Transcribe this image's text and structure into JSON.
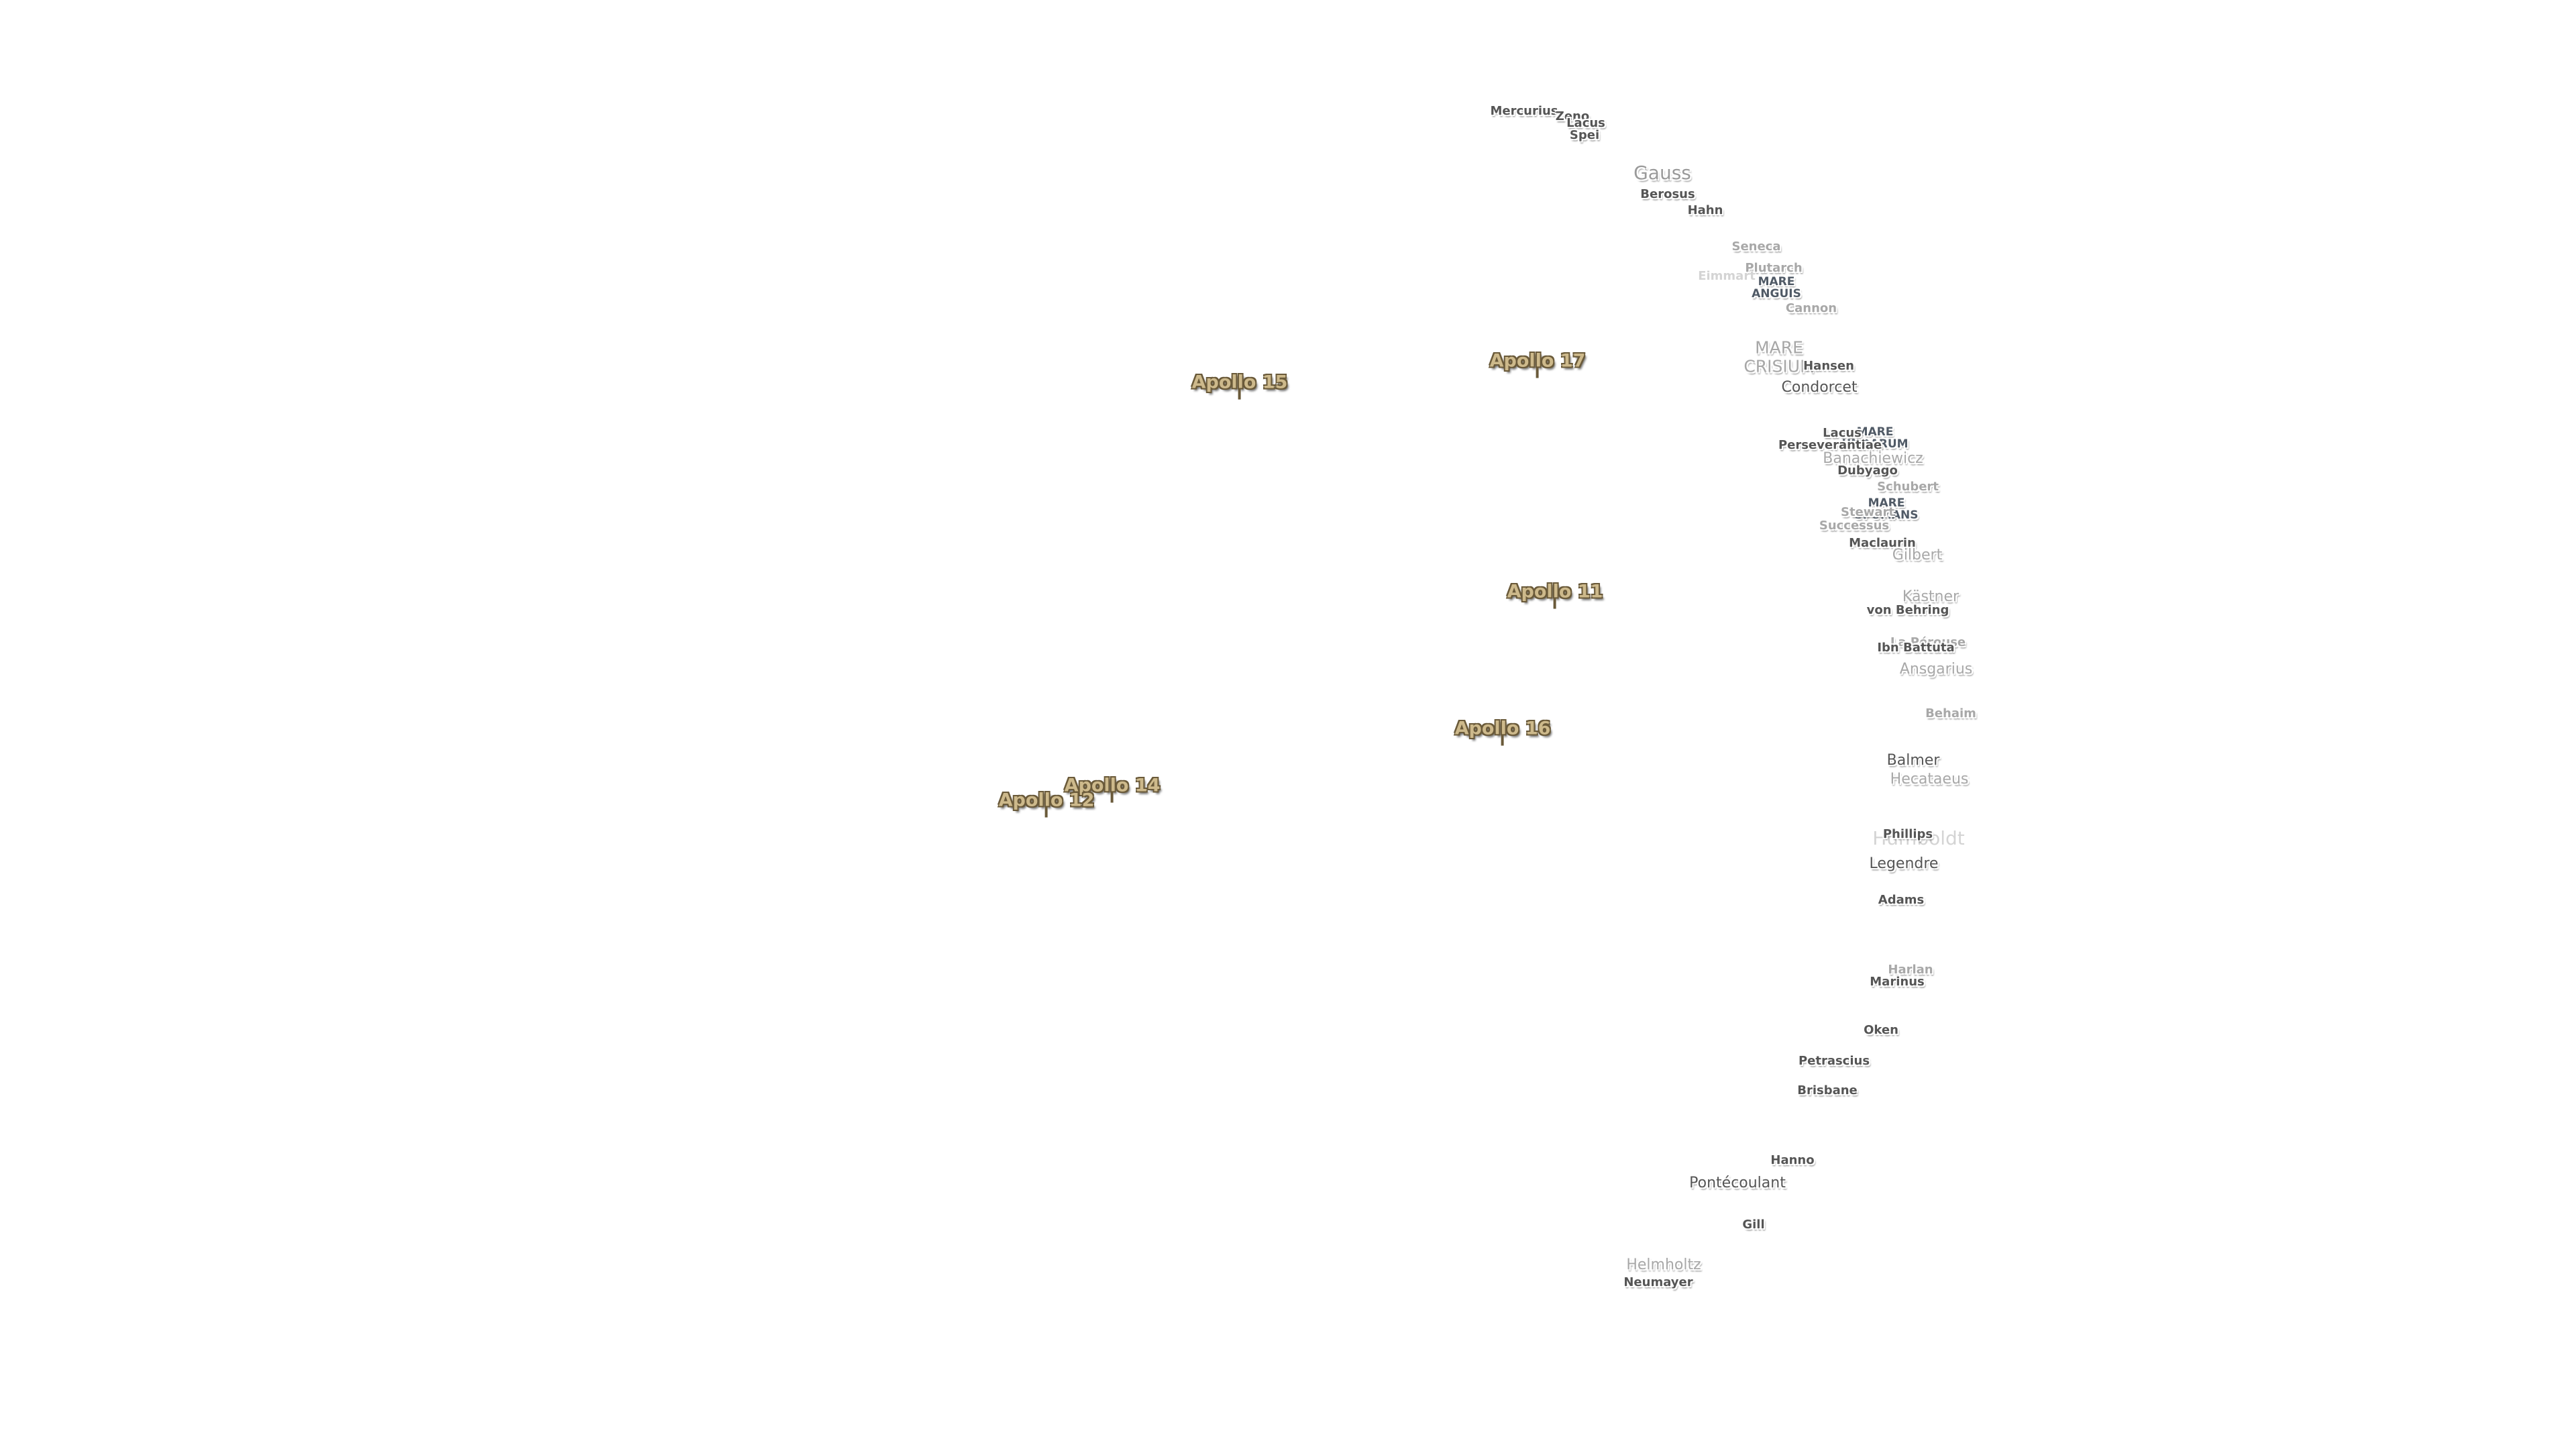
{
  "map": {
    "apollo_sites": [
      {
        "name": "Apollo 17",
        "id": "apollo-17"
      },
      {
        "name": "Apollo 15",
        "id": "apollo-15"
      },
      {
        "name": "Apollo 11",
        "id": "apollo-11"
      },
      {
        "name": "Apollo 16",
        "id": "apollo-16"
      },
      {
        "name": "Apollo 14",
        "id": "apollo-14"
      },
      {
        "name": "Apollo 12",
        "id": "apollo-12"
      }
    ],
    "maria": [
      {
        "line1": "MARE",
        "line2": "ANGUIS"
      },
      {
        "line1": "MARE",
        "line2": "CRISIUM"
      },
      {
        "line1": "MARE",
        "line2": "UNDARUM"
      },
      {
        "line1": "MARE",
        "line2": "SPUMANS"
      }
    ],
    "features": [
      "Mercurius",
      "Zeno",
      "Lacus",
      "Spei",
      "Gauss",
      "Berosus",
      "Hahn",
      "Seneca",
      "Plutarch",
      "Eimmart",
      "Cannon",
      "Hansen",
      "Condorcet",
      "Lacus",
      "Perseverantiae",
      "Banachiewicz",
      "Dubyago",
      "Schubert",
      "Stewart",
      "Successus",
      "Maclaurin",
      "Gilbert",
      "Kästner",
      "von Behring",
      "La Pérouse",
      "Ibn Battuta",
      "Ansgarius",
      "Behaim",
      "Balmer",
      "Hecataeus",
      "Humboldt",
      "Phillips",
      "Legendre",
      "Adams",
      "Harlan",
      "Marinus",
      "Oken",
      "Petrascius",
      "Brisbane",
      "Hanno",
      "Pontécoulant",
      "Gill",
      "Helmholtz",
      "Neumayer"
    ]
  }
}
